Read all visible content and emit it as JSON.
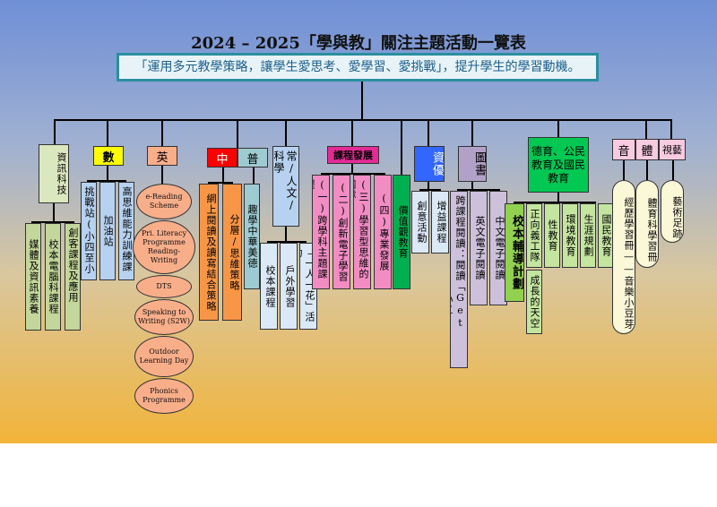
{
  "title": "2024 – 2025「學與教」關注主題活動一覽表",
  "motto": "「運用多元教學策略，讓學生愛思考、愛學習、愛挑戰」，提升學生的學習動機。",
  "groups": {
    "it": {
      "label": "資訊科技",
      "items": [
        "媒體及資訊素養",
        "校本電腦科課程",
        "創客課程及應用AI"
      ]
    },
    "math": {
      "label": "數",
      "items": [
        "挑戰站(小四至小六)",
        "加油站",
        "高思維能力訓練課程"
      ]
    },
    "eng": {
      "label": "英",
      "items": [
        "e-Reading Scheme",
        "Pri. Literacy Programme Reading-Writing",
        "DTS",
        "Speaking to Writing (S2W)",
        "Outdoor Learning Day",
        "Phonics Programme"
      ]
    },
    "chi": {
      "label": "中",
      "items": [
        "網上閱讀及讀寫結合策略",
        "分層/思維策略"
      ]
    },
    "pth": {
      "label": "普",
      "items": [
        "趣學中華美德"
      ]
    },
    "gs": {
      "label": "常/人文/科學",
      "items": [
        "校本課程",
        "戶外學習",
        "「一人一花」活動"
      ]
    },
    "cd": {
      "label": "課程發展",
      "items": [
        "(一)跨學科主題課程",
        "(二)創新電子學習",
        "(三)學習型思維的團隊",
        "(四)專業發展"
      ]
    },
    "values": {
      "label": "價值觀教育"
    },
    "gifted": {
      "label": "資優",
      "items": [
        "創意活動",
        "增益課程"
      ]
    },
    "lib": {
      "label": "圖書",
      "items": [
        "跨課程閱讀：閱讀「Get Set Go」(小五)",
        "英文電子閱讀",
        "中文電子閱讀"
      ]
    },
    "moral": {
      "label": "德育、公民教育及國民教育",
      "items": [
        "校本輔導計劃",
        "正向義工隊",
        "成長的天空",
        "性教育",
        "環境教育",
        "生涯規劃",
        "國民教育"
      ]
    },
    "music": {
      "label": "音",
      "items": [
        "經歷學習冊——音樂小豆芽"
      ]
    },
    "pe": {
      "label": "體",
      "items": [
        "體育科學習冊"
      ]
    },
    "va": {
      "label": "視藝",
      "items": [
        "藝術足跡"
      ]
    }
  },
  "colors": {
    "bg_top": "#6f8fd6",
    "bg_bottom": "#f2b43a",
    "accent": "#2a8f9f"
  }
}
